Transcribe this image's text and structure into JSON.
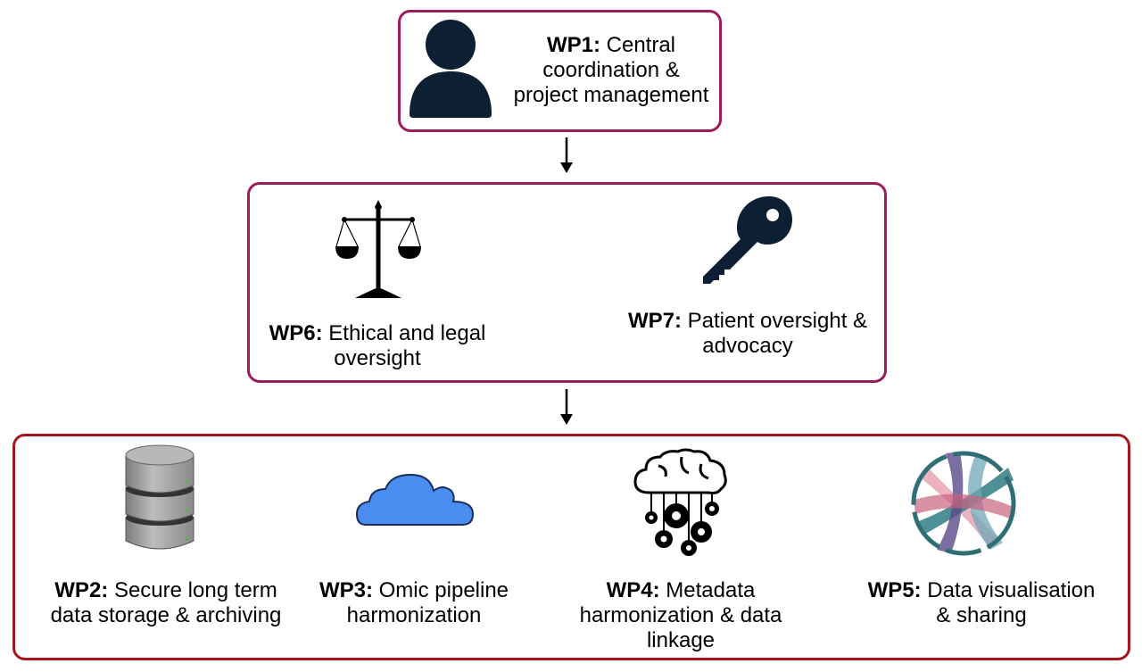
{
  "wp1": {
    "code": "WP1:",
    "text_line1": "Central",
    "text_line2": "coordination &",
    "text_line3": "project management",
    "icon": "person-icon"
  },
  "wp6": {
    "code": "WP6:",
    "text_line1": "Ethical and legal",
    "text_line2": "oversight",
    "icon": "scales-icon"
  },
  "wp7": {
    "code": "WP7:",
    "text_line1": "Patient oversight &",
    "text_line2": "advocacy",
    "icon": "key-icon"
  },
  "wp2": {
    "code": "WP2:",
    "text_line1": "Secure long term",
    "text_line2": "data storage & archiving",
    "icon": "database-icon"
  },
  "wp3": {
    "code": "WP3:",
    "text_line1": "Omic pipeline",
    "text_line2": "harmonization",
    "icon": "cloud-icon"
  },
  "wp4": {
    "code": "WP4:",
    "text_line1": "Metadata",
    "text_line2": "harmonization & data",
    "text_line3": "linkage",
    "icon": "brain-gears-icon"
  },
  "wp5": {
    "code": "WP5:",
    "text_line1": "Data visualisation",
    "text_line2": "& sharing",
    "icon": "chord-diagram-icon"
  },
  "colors": {
    "tier_border": "#9c1c5c",
    "bottom_border": "#a5161c",
    "icon_dark": "#0d1f33",
    "cloud": "#4a8df0"
  }
}
